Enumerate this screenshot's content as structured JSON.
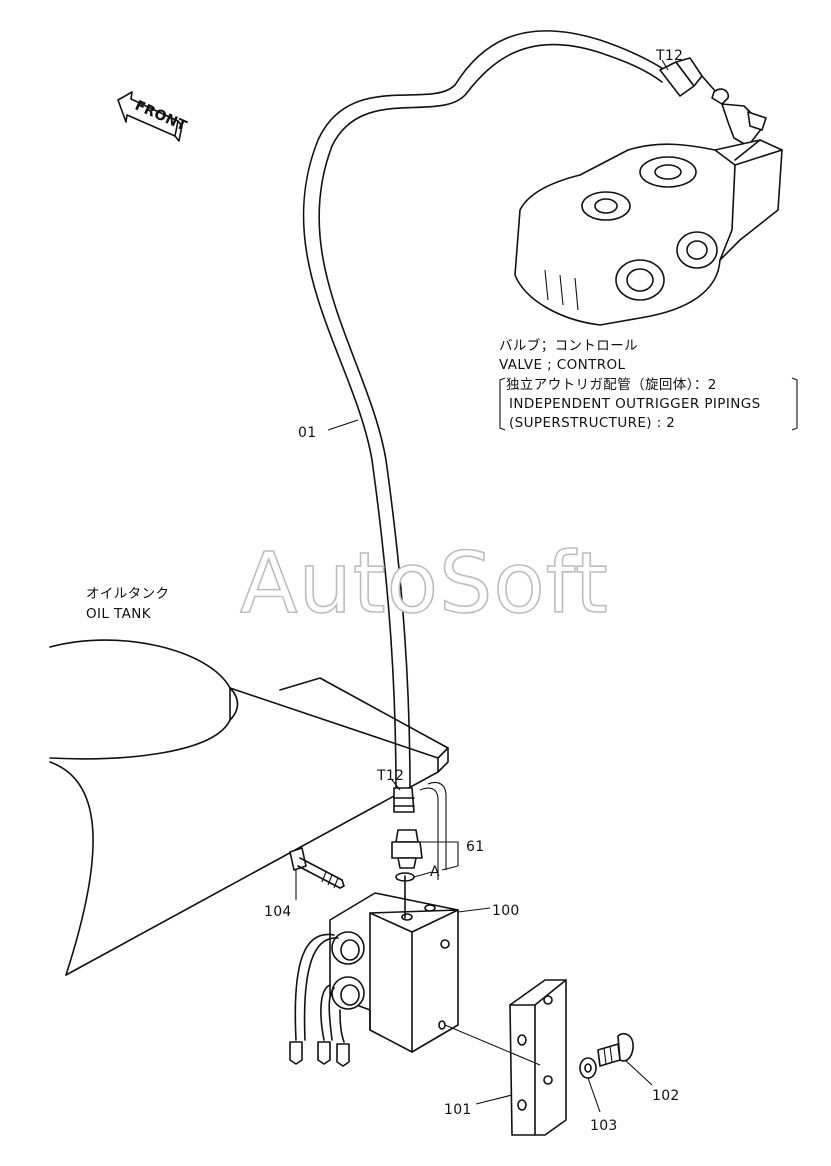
{
  "front_arrow": {
    "label": "FRONT",
    "icon": "front-arrow-icon"
  },
  "watermark": "AutoSoft",
  "valve_caption": {
    "jp": "バルブ；コントロール",
    "en": "VALVE ; CONTROL"
  },
  "applicability_note": {
    "jp": "独立アウトリガ配管（旋回体）：2",
    "en_line1": "INDEPENDENT  OUTRIGGER PIPINGS",
    "en_line2": "(SUPERSTRUCTURE) : 2"
  },
  "oil_tank_caption": {
    "jp": "オイルタンク",
    "en": "OIL  TANK"
  },
  "callouts": {
    "hose": "01",
    "fitting_top": "T12",
    "fitting_bottom": "T12",
    "adapter": "61",
    "adapter_ref": "A",
    "block": "100",
    "bracket": "101",
    "bolt": "102",
    "washer": "103",
    "stud": "104"
  }
}
